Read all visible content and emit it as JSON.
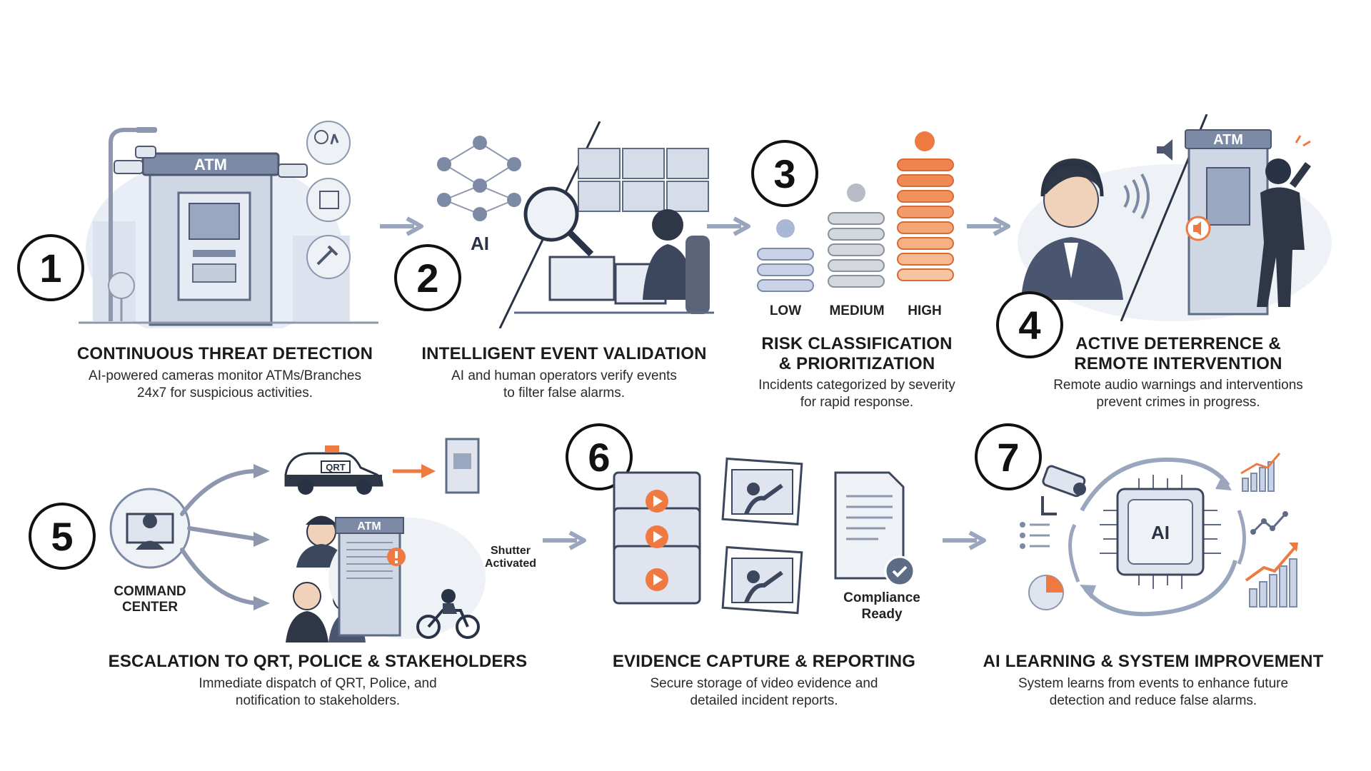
{
  "steps": [
    {
      "number": "1",
      "title": "CONTINUOUS THREAT DETECTION",
      "desc_line1": "AI-powered cameras monitor ATMs/Branches",
      "desc_line2": "24x7 for suspicious activities."
    },
    {
      "number": "2",
      "title": "INTELLIGENT EVENT VALIDATION",
      "desc_line1": "AI and human operators verify events",
      "desc_line2": "to filter false alarms."
    },
    {
      "number": "3",
      "title_line1": "RISK CLASSIFICATION",
      "title_line2": "& PRIORITIZATION",
      "desc_line1": "Incidents categorized by severity",
      "desc_line2": "for rapid response."
    },
    {
      "number": "4",
      "title_line1": "ACTIVE DETERRENCE &",
      "title_line2": "REMOTE INTERVENTION",
      "desc_line1": "Remote audio warnings and interventions",
      "desc_line2": "prevent crimes in progress."
    },
    {
      "number": "5",
      "title": "ESCALATION TO QRT, POLICE & STAKEHOLDERS",
      "desc_line1": "Immediate dispatch of QRT, Police, and",
      "desc_line2": "notification to stakeholders."
    },
    {
      "number": "6",
      "title": "EVIDENCE CAPTURE & REPORTING",
      "desc_line1": "Secure storage of video evidence and",
      "desc_line2": "detailed incident reports."
    },
    {
      "number": "7",
      "title": "AI LEARNING & SYSTEM IMPROVEMENT",
      "desc_line1": "System learns from events to enhance future",
      "desc_line2": "detection and reduce false alarms."
    }
  ],
  "illustrations": {
    "atm_sign": "ATM",
    "ai_label": "AI",
    "risk_levels": [
      "LOW",
      "MEDIUM",
      "HIGH"
    ],
    "qrt_label": "QRT",
    "command_center_line1": "COMMAND",
    "command_center_line2": "CENTER",
    "shutter_line1": "Shutter",
    "shutter_line2": "Activated",
    "compliance_line1": "Compliance",
    "compliance_line2": "Ready",
    "chip_label": "AI"
  },
  "colors": {
    "accent_orange": "#ee7a42",
    "slate": "#7d8aa5",
    "light_slate": "#dfe4ee",
    "low_blue": "#aab8d6",
    "medium_gray": "#b7bcc6",
    "high_orange": "#f08a55"
  }
}
